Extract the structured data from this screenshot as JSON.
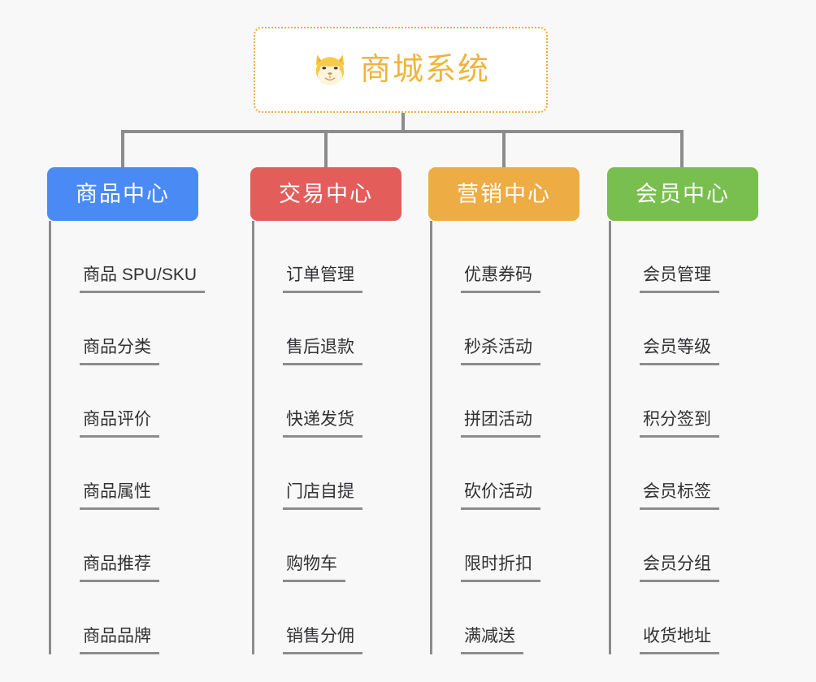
{
  "page": {
    "background_color": "#f8f8f8",
    "line_color": "#8c8c8c"
  },
  "root": {
    "title": "商城系统",
    "icon": "shiba-dog-face-icon",
    "text_color": "#f0b43c",
    "border_color": "#eeab3f",
    "background_color": "#ffffff"
  },
  "categories": [
    {
      "name": "商品中心",
      "color": "#4a8af4",
      "items": [
        "商品 SPU/SKU",
        "商品分类",
        "商品评价",
        "商品属性",
        "商品推荐",
        "商品品牌"
      ]
    },
    {
      "name": "交易中心",
      "color": "#e35d5b",
      "items": [
        "订单管理",
        "售后退款",
        "快递发货",
        "门店自提",
        "购物车",
        "销售分佣"
      ]
    },
    {
      "name": "营销中心",
      "color": "#eeac44",
      "items": [
        "优惠券码",
        "秒杀活动",
        "拼团活动",
        "砍价活动",
        "限时折扣",
        "满减送"
      ]
    },
    {
      "name": "会员中心",
      "color": "#79bf4f",
      "items": [
        "会员管理",
        "会员等级",
        "积分签到",
        "会员标签",
        "会员分组",
        "收货地址"
      ]
    }
  ]
}
